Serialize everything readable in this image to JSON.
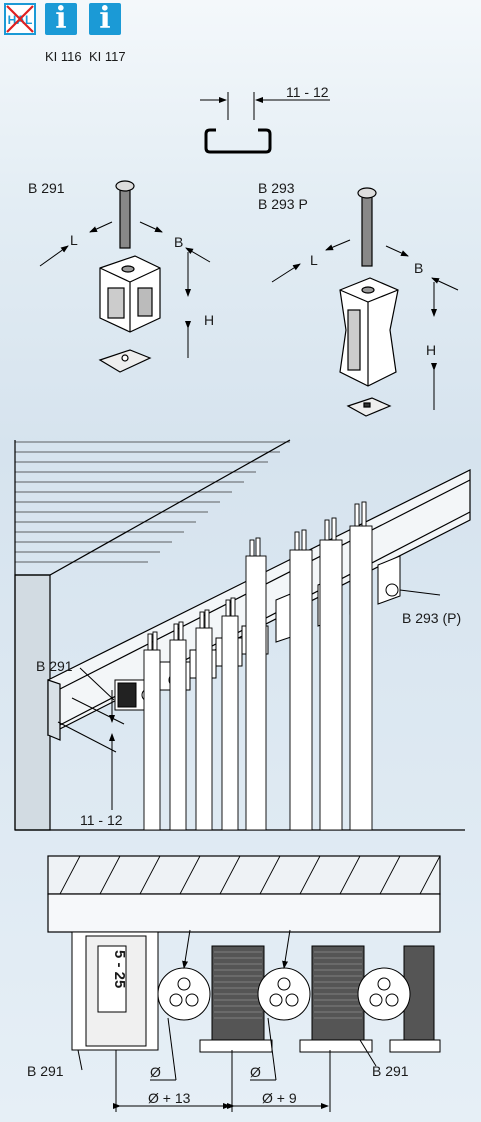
{
  "header": {
    "badges": [
      {
        "label": "",
        "icon": "hal-crossed-icon"
      },
      {
        "label": "KI 116",
        "icon": "info-icon"
      },
      {
        "label": "KI 117",
        "icon": "info-icon"
      }
    ]
  },
  "profile_dim": "11 - 12",
  "products": [
    {
      "name": "B 291"
    },
    {
      "name": "B 293",
      "variant": "B 293 P"
    }
  ],
  "dims": {
    "L": "L",
    "B": "B",
    "H": "H"
  },
  "install": {
    "left_label": "B 291",
    "right_label": "B 293 (P)",
    "dim": "11 - 12"
  },
  "bottom": {
    "stamp": "5 - 25",
    "left_label": "B 291",
    "right_label": "B 291",
    "dia1": "Ø",
    "dia2": "Ø",
    "spacing1": "Ø + 13",
    "spacing2": "Ø + 9"
  },
  "colors": {
    "accent": "#1b9ad6"
  }
}
